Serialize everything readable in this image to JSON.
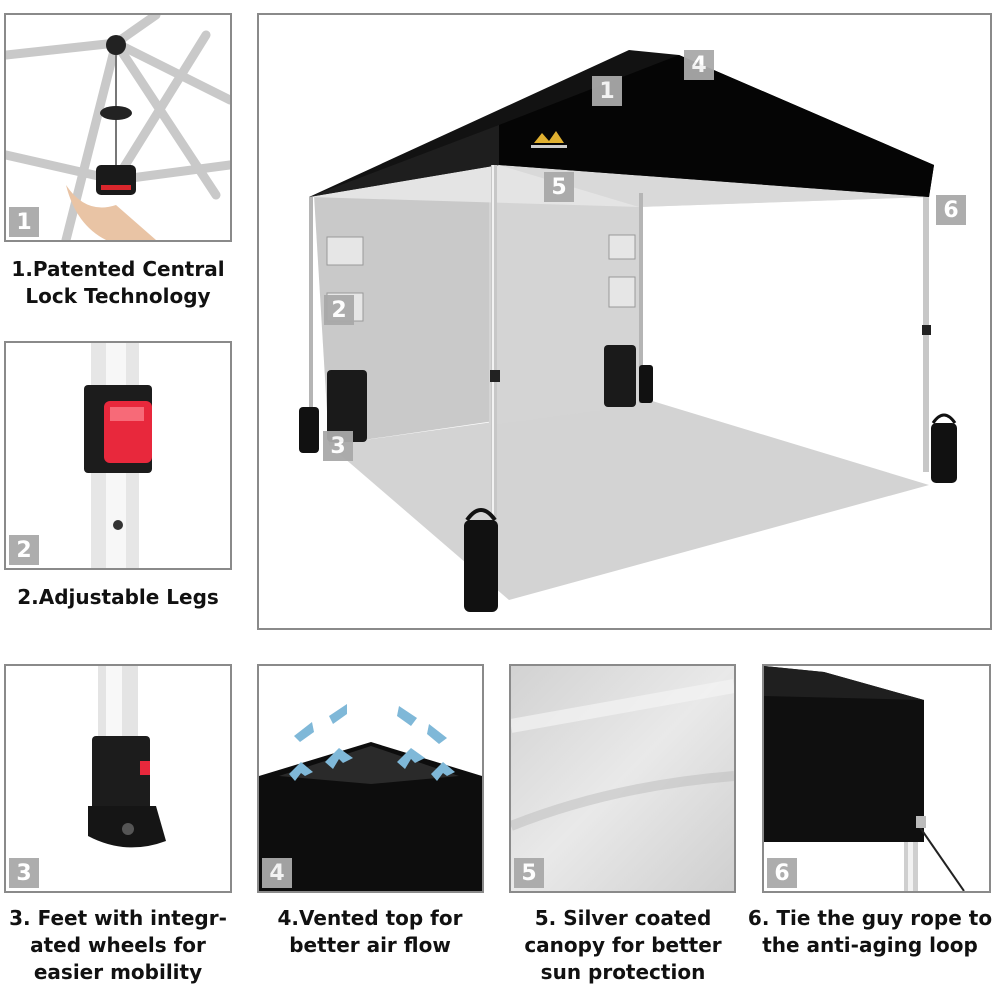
{
  "colors": {
    "canopy": "#111111",
    "wall": "#c8c8c8",
    "shadow": "#d0d0d0",
    "badge": "#a9a9a9",
    "frame": "#8a8a8a",
    "latch": "#e8283c",
    "arrow": "#7fb8d8"
  },
  "main": {
    "badges": [
      "1",
      "2",
      "3",
      "4",
      "5",
      "6"
    ],
    "logo_icon": "crown-logo-icon"
  },
  "panels": {
    "p1": {
      "badge": "1",
      "caption": [
        "1.Patented Central",
        "Lock Technology"
      ]
    },
    "p2": {
      "badge": "2",
      "caption": [
        "2.Adjustable Legs"
      ]
    },
    "p3": {
      "badge": "3",
      "caption": [
        "3. Feet with integr-",
        "ated wheels for",
        "easier mobility"
      ]
    },
    "p4": {
      "badge": "4",
      "caption": [
        "4.Vented top for",
        "better air flow"
      ]
    },
    "p5": {
      "badge": "5",
      "caption": [
        "5. Silver coated",
        "canopy for better",
        "sun protection"
      ]
    },
    "p6": {
      "badge": "6",
      "caption": [
        "6. Tie the guy rope to",
        "the anti-aging loop"
      ]
    }
  }
}
